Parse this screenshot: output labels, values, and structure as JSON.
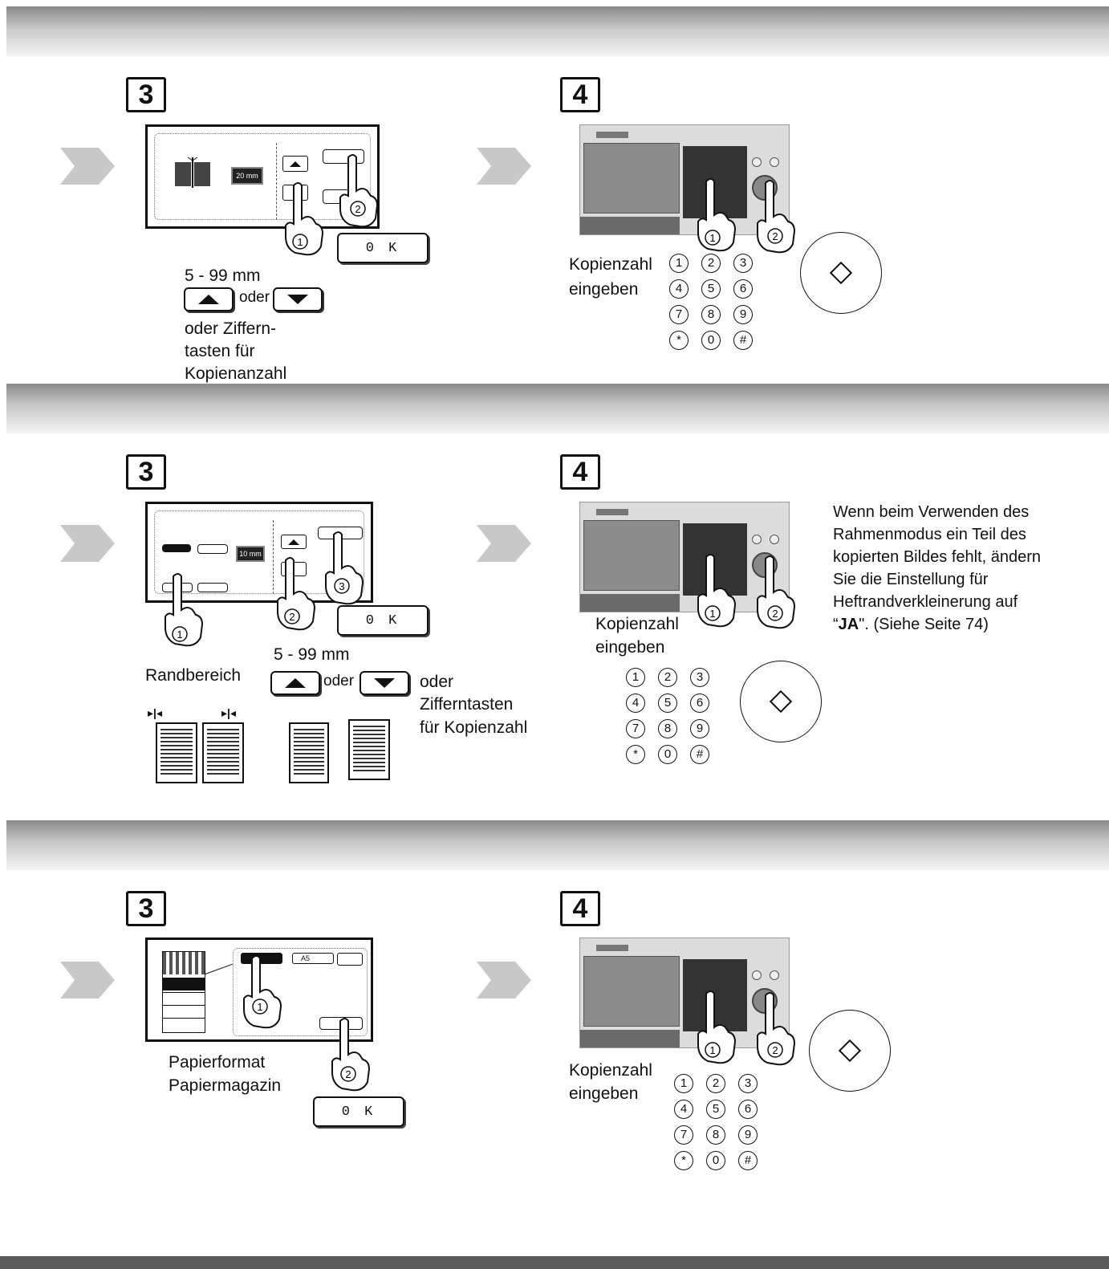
{
  "step_numbers": {
    "s3": "3",
    "s4": "4"
  },
  "ok_label": "0 K",
  "oder": "oder",
  "screen_values": {
    "mm20": "20 mm",
    "mm10": "10 mm",
    "a5": "A5"
  },
  "section1": {
    "range": "5 - 99 mm",
    "line1": "oder Ziffern-",
    "line2": "tasten für",
    "line3": "Kopienanzahl",
    "copy_label_1": "Kopienzahl",
    "copy_label_2": "eingeben"
  },
  "section2": {
    "range": "5 - 99 mm",
    "randbereich": "Randbereich",
    "hint1": "oder",
    "hint2": "Zifferntasten",
    "hint3": "für Kopienzahl",
    "copy_label_1": "Kopienzahl",
    "copy_label_2": "eingeben",
    "note_l1": "Wenn beim Verwenden des",
    "note_l2": "Rahmenmodus ein Teil des",
    "note_l3": "kopierten Bildes fehlt, ändern",
    "note_l4": "Sie die Einstellung für",
    "note_l5": "Heftrandverkleinerung auf",
    "note_ja": "JA",
    "note_rest": "\". (Siehe Seite 74)"
  },
  "section3": {
    "papierformat": "Papierformat",
    "papiermagazin": "Papiermagazin",
    "copy_label_1": "Kopienzahl",
    "copy_label_2": "eingeben"
  },
  "keypad": [
    "1",
    "2",
    "3",
    "4",
    "5",
    "6",
    "7",
    "8",
    "9",
    "*",
    "0",
    "#"
  ],
  "markers": {
    "m1": "①",
    "m2": "②",
    "m3": "③"
  }
}
